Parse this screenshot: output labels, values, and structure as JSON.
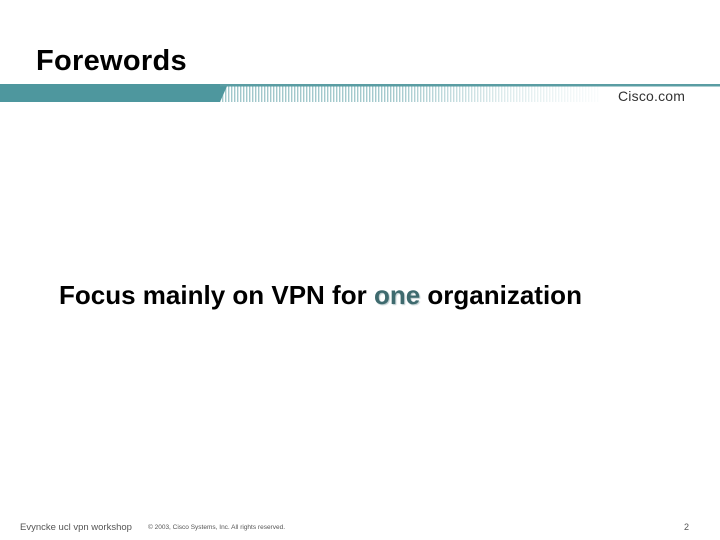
{
  "slide": {
    "title": "Forewords",
    "brand": "Cisco.com",
    "body": {
      "before": "Focus mainly on VPN for ",
      "highlight": "one",
      "after": " organization"
    }
  },
  "footer": {
    "left": "Evyncke ucl vpn workshop",
    "copyright": "© 2003, Cisco Systems, Inc. All rights reserved.",
    "page_number": "2"
  },
  "colors": {
    "accent_bar": "#4E979E",
    "highlight_text": "#3E6A6E",
    "text": "#000000",
    "footer_text": "#555555"
  }
}
